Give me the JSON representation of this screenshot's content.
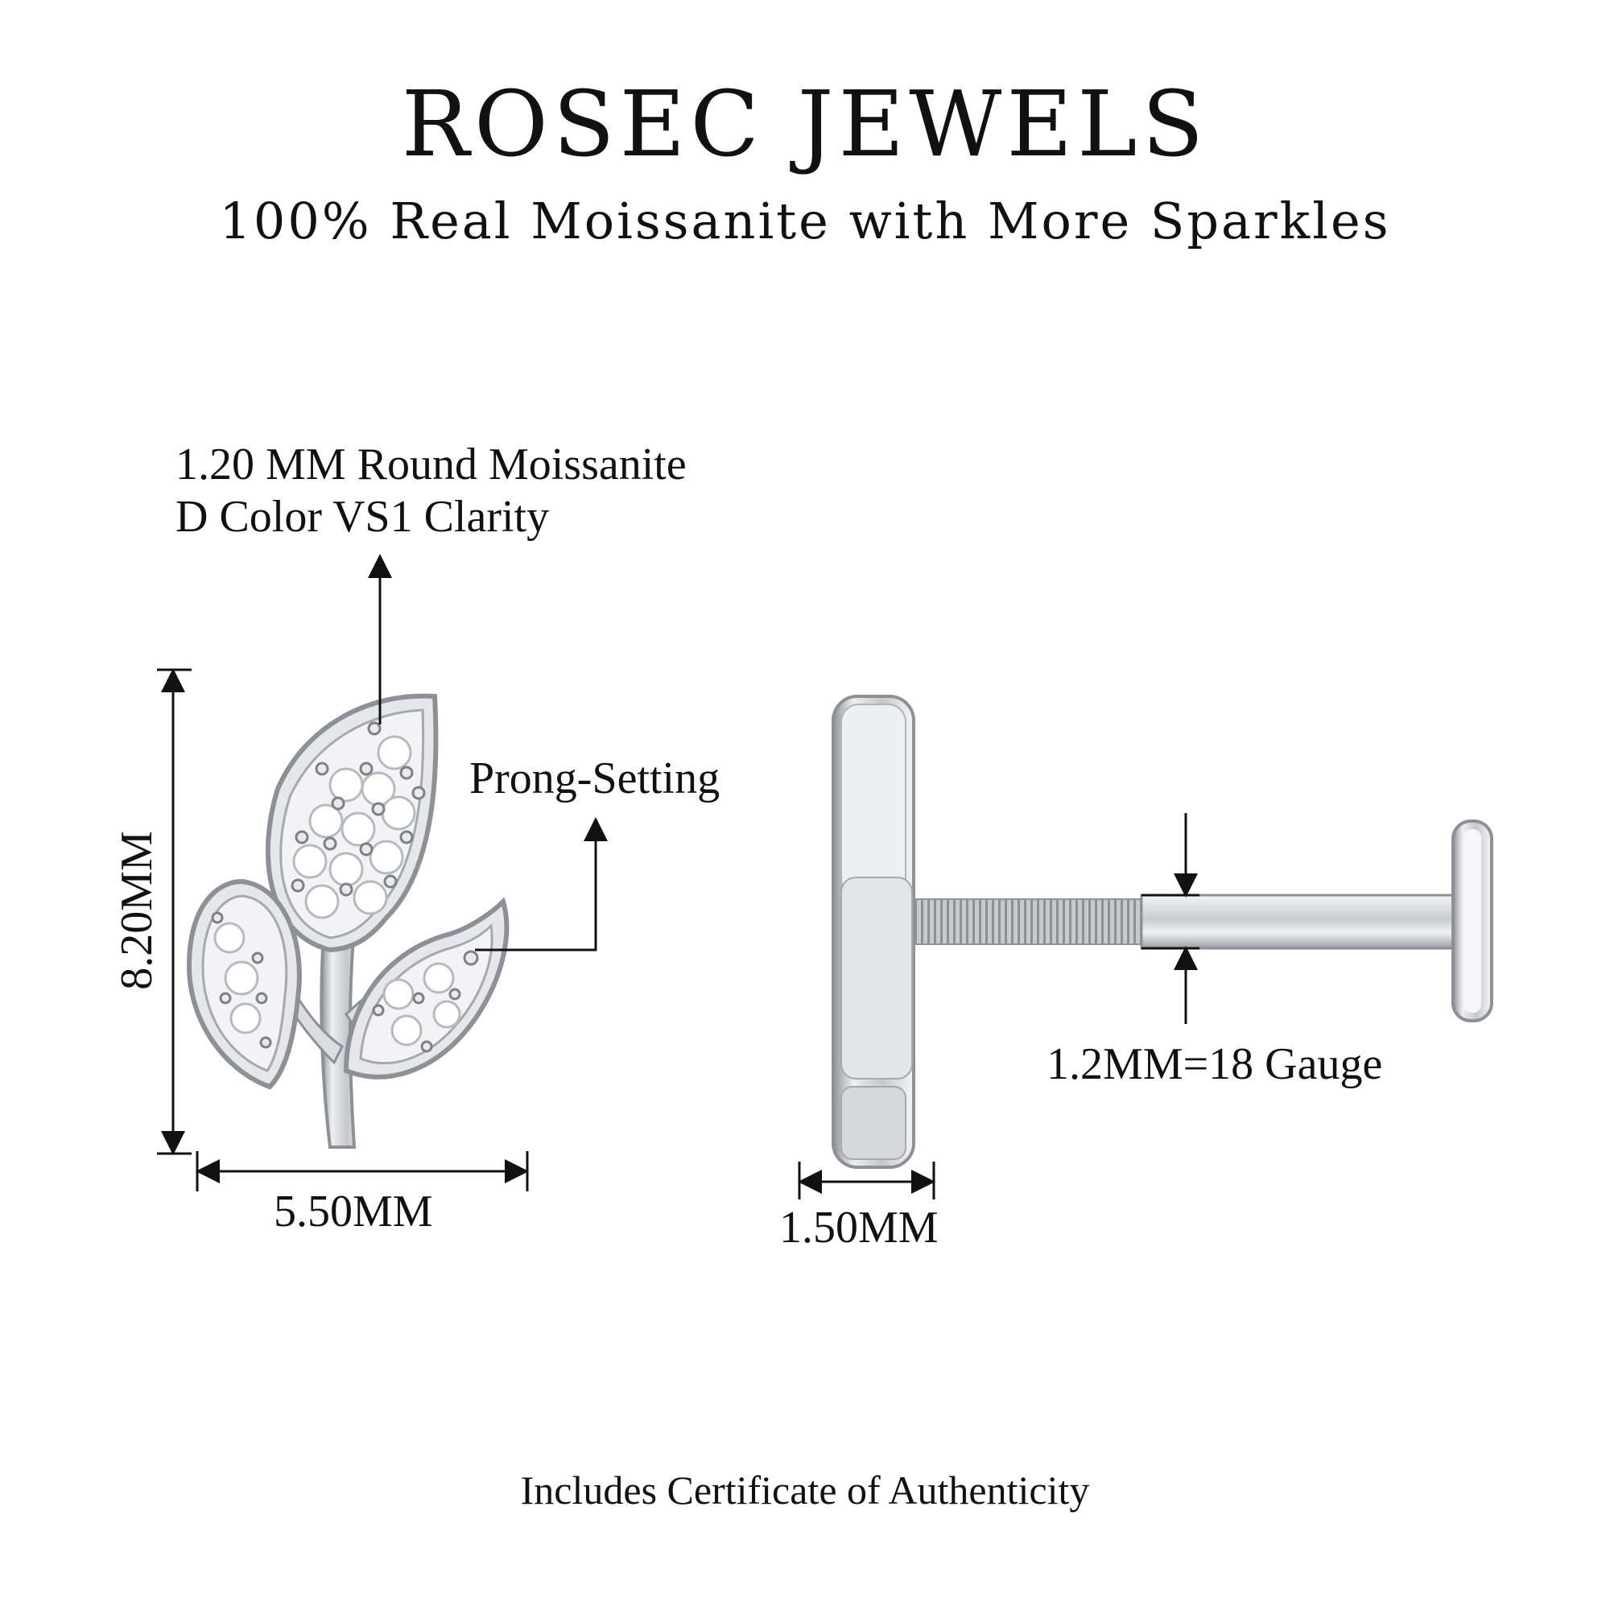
{
  "header": {
    "brand": "ROSEC JEWELS",
    "tagline": "100% Real Moissanite with More Sparkles"
  },
  "front_view": {
    "stone_spec_line1": "1.20 MM Round Moissanite",
    "stone_spec_line2": "D Color VS1 Clarity",
    "setting_label": "Prong-Setting",
    "height_label": "8.20MM",
    "width_label": "5.50MM"
  },
  "side_view": {
    "gauge_label": "1.2MM=18 Gauge",
    "thickness_label": "1.50MM"
  },
  "footer": {
    "certificate": "Includes Certificate of Authenticity"
  },
  "colors": {
    "metal": "#d9dadd",
    "metal_dark": "#8d9096",
    "text": "#111111"
  }
}
